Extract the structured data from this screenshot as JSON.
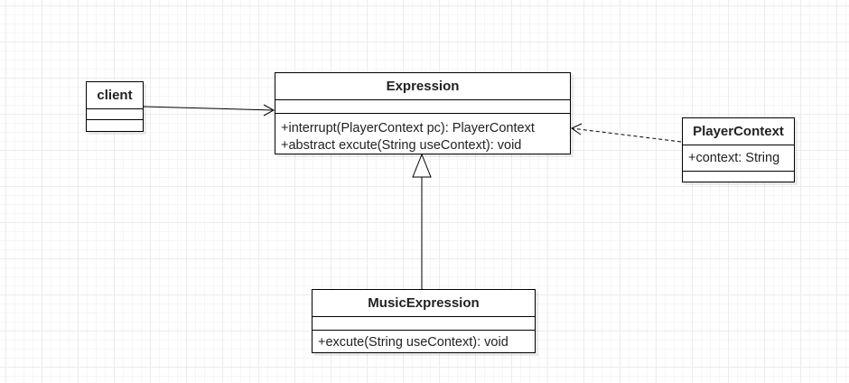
{
  "diagram": {
    "classes": {
      "client": {
        "name": "client",
        "attributes": [],
        "operations": []
      },
      "expression": {
        "name": "Expression",
        "attributes": [],
        "operations": [
          "+interrupt(PlayerContext pc): PlayerContext",
          "+abstract excute(String useContext): void"
        ]
      },
      "player_context": {
        "name": "PlayerContext",
        "attributes": [
          "+context: String"
        ],
        "operations": []
      },
      "music_expression": {
        "name": "MusicExpression",
        "attributes": [],
        "operations": [
          "+excute(String useContext): void"
        ]
      }
    },
    "relations": [
      {
        "from": "client",
        "to": "Expression",
        "type": "association"
      },
      {
        "from": "PlayerContext",
        "to": "Expression",
        "type": "dependency"
      },
      {
        "from": "MusicExpression",
        "to": "Expression",
        "type": "generalization"
      }
    ]
  }
}
